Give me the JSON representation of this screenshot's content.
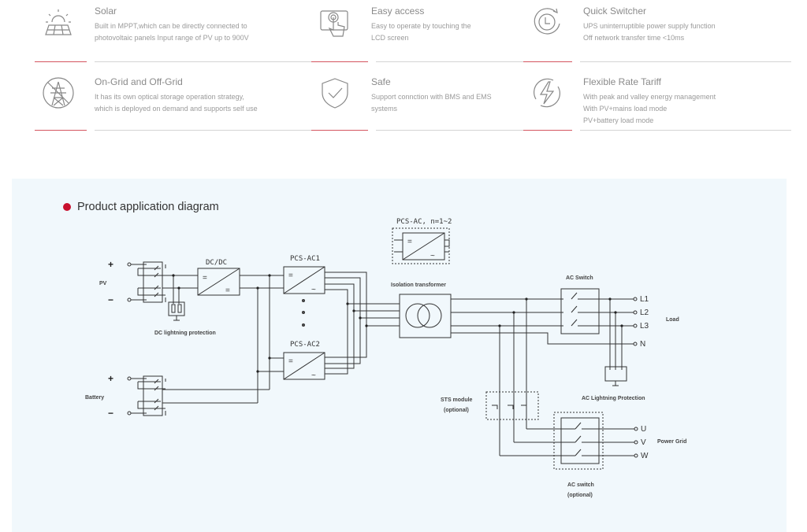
{
  "features": [
    {
      "icon": "solar-panel-icon",
      "title": "Solar",
      "lines": [
        "Built in MPPT,which can be directly connected to",
        "photovoltaic panels Input range of PV up to 900V"
      ]
    },
    {
      "icon": "touch-screen-icon",
      "title": "Easy access",
      "lines": [
        "Easy to operate by touching the",
        "LCD screen"
      ]
    },
    {
      "icon": "clock-switch-icon",
      "title": "Quick Switcher",
      "lines": [
        "UPS uninterruptible power supply function",
        "Off network transfer time <10ms"
      ]
    },
    {
      "icon": "power-tower-icon",
      "title": "On-Grid and Off-Grid",
      "lines": [
        "It has its own optical storage operation strategy,",
        "which is deployed on demand and supports self use"
      ]
    },
    {
      "icon": "shield-check-icon",
      "title": "Safe",
      "lines": [
        "Support connction with BMS and EMS",
        "systems"
      ]
    },
    {
      "icon": "lightning-icon",
      "title": "Flexible Rate Tariff",
      "lines": [
        "With peak and valley energy management",
        "With PV+mains load mode",
        "PV+battery load mode"
      ]
    }
  ],
  "colors": {
    "accent": "#c8102e",
    "accent_line": "#d4555f",
    "panel_bg": "#f1f8fc"
  },
  "diagram": {
    "title": "Product application diagram",
    "labels": {
      "pv": "PV",
      "battery": "Battery",
      "plus": "+",
      "minus": "−",
      "dcdc": "DC/DC",
      "dc_lightning": "DC lightning protection",
      "pcs_ac1": "PCS-AC1",
      "pcs_ac2": "PCS-AC2",
      "pcs_ac_n": "PCS-AC, n=1~2",
      "isolation_transformer": "Isolation transformer",
      "ac_switch": "AC Switch",
      "load": "Load",
      "l1": "L1",
      "l2": "L2",
      "l3": "L3",
      "n": "N",
      "ac_lightning": "AC Lightning Protection",
      "sts_module": "STS module",
      "sts_optional": "(optional)",
      "u": "U",
      "v": "V",
      "w": "W",
      "power_grid": "Power Grid",
      "ac_switch_opt": "AC switch",
      "ac_switch_opt_sub": "(optional)",
      "dc_symbol": "=",
      "ac_symbol": "~"
    }
  }
}
